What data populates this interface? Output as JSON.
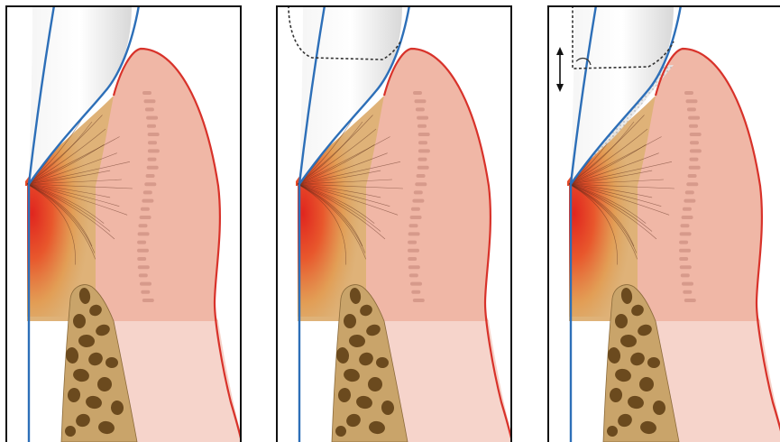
{
  "figure": {
    "panels": [
      {
        "id": "panel-1",
        "variant": "baseline",
        "show_dashed_original_crown": false,
        "show_measurement_arrow": false,
        "show_hatched_area": false
      },
      {
        "id": "panel-2",
        "variant": "original-crown-outline",
        "show_dashed_original_crown": true,
        "show_measurement_arrow": false,
        "show_hatched_area": false
      },
      {
        "id": "panel-3",
        "variant": "crown-lengthening-measure",
        "show_dashed_original_crown": true,
        "show_measurement_arrow": true,
        "show_hatched_area": true
      }
    ],
    "colors": {
      "tooth_outline": "#2d6fb8",
      "gingiva_outline": "#d8322a",
      "gingiva_fill": "#f0b7a6",
      "inflammation": "#e0261f",
      "connective_tissue": "#d9a460",
      "bone": "#c9a46a",
      "bone_marrow": "#6b4a1e",
      "mucosa": "#f6d4cb",
      "dashed_line": "#333333"
    },
    "icons": [
      "double-arrow-icon"
    ]
  }
}
